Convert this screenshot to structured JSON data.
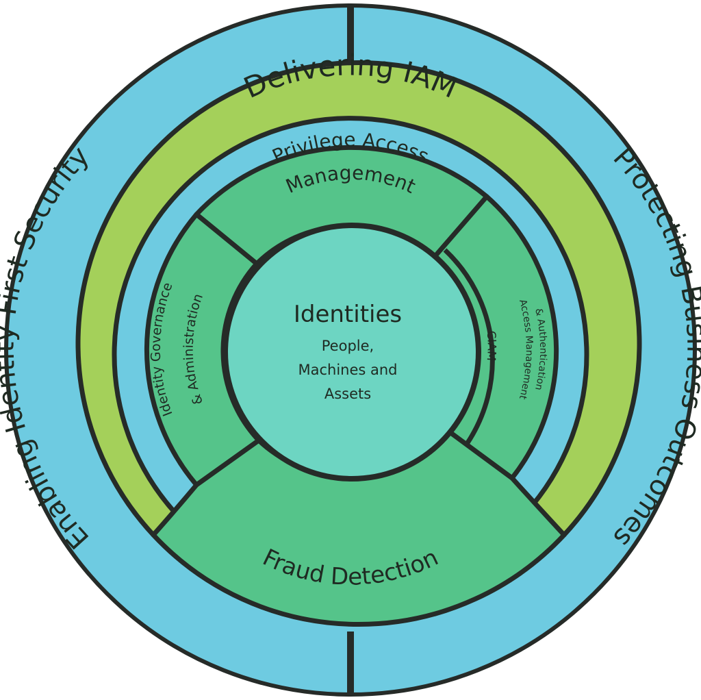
{
  "outer_ring": {
    "left_label": "Enabling Identity-First Security",
    "right_label": "Protecting Business Outcomes"
  },
  "delivering": {
    "label": "Delivering IAM"
  },
  "segments": {
    "pam": {
      "line1": "Privilege Access",
      "line2": "Management"
    },
    "iga": {
      "line1": "Identity Governance",
      "line2": "& Administration"
    },
    "ciam": {
      "label": "CIAM"
    },
    "amauth": {
      "line1": "Access Management",
      "line2": "& Authentication"
    },
    "fraud": {
      "label": "Fraud Detection"
    }
  },
  "core": {
    "title": "Identities",
    "line1": "People,",
    "line2": "Machines and",
    "line3": "Assets"
  },
  "colors": {
    "outer": "#6ecbe1",
    "delivering": "#a4d05a",
    "segment": "#55c48a",
    "core": "#6dd5c2",
    "stroke": "#262b28"
  }
}
